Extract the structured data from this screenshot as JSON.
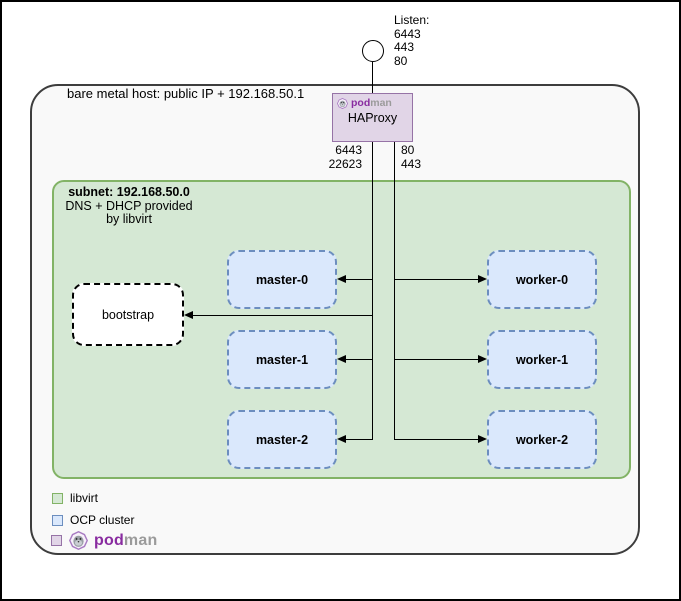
{
  "listen": {
    "title": "Listen:",
    "ports": [
      "6443",
      "443",
      "80"
    ]
  },
  "host": {
    "label": "bare metal host: public IP + 192.168.50.1"
  },
  "haproxy": {
    "pod": "pod",
    "man": "man",
    "label": "HAProxy"
  },
  "haproxy_ports": {
    "masters": [
      "6443",
      "22623"
    ],
    "workers": [
      "80",
      "443"
    ]
  },
  "subnet": {
    "title": "subnet: 192.168.50.0",
    "line2": "DNS + DHCP provided",
    "line3": "by libvirt"
  },
  "nodes": {
    "bootstrap": "bootstrap",
    "masters": [
      "master-0",
      "master-1",
      "master-2"
    ],
    "workers": [
      "worker-0",
      "worker-1",
      "worker-2"
    ]
  },
  "legend": {
    "libvirt": "libvirt",
    "ocp": "OCP cluster",
    "podman_pod": "pod",
    "podman_man": "man"
  },
  "colors": {
    "libvirt_fill": "#d5e8d4",
    "libvirt_border": "#82b366",
    "ocp_fill": "#dae8fc",
    "ocp_border": "#6c8ebf",
    "podman_fill": "#e1d5e7",
    "podman_border": "#9673a6",
    "podman_brand_purple": "#892ca0",
    "podman_brand_gray": "#9b9b9b",
    "host_border": "#3d3d3d",
    "line": "#000000"
  }
}
